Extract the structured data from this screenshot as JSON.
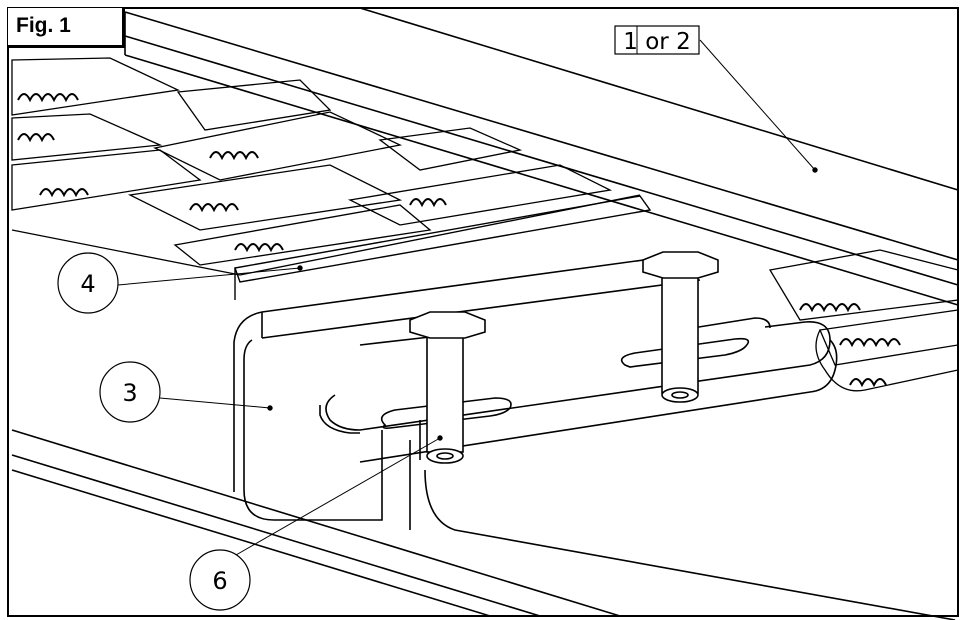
{
  "figure": {
    "label": "Fig. 1",
    "line_color": "#000000",
    "background": "#ffffff"
  },
  "callouts": [
    {
      "id": "part-1-or-2",
      "label": "1 or 2",
      "shape": "box"
    },
    {
      "id": "part-4",
      "label": "4",
      "shape": "circle"
    },
    {
      "id": "part-3",
      "label": "3",
      "shape": "circle"
    },
    {
      "id": "part-6",
      "label": "6",
      "shape": "circle"
    }
  ]
}
